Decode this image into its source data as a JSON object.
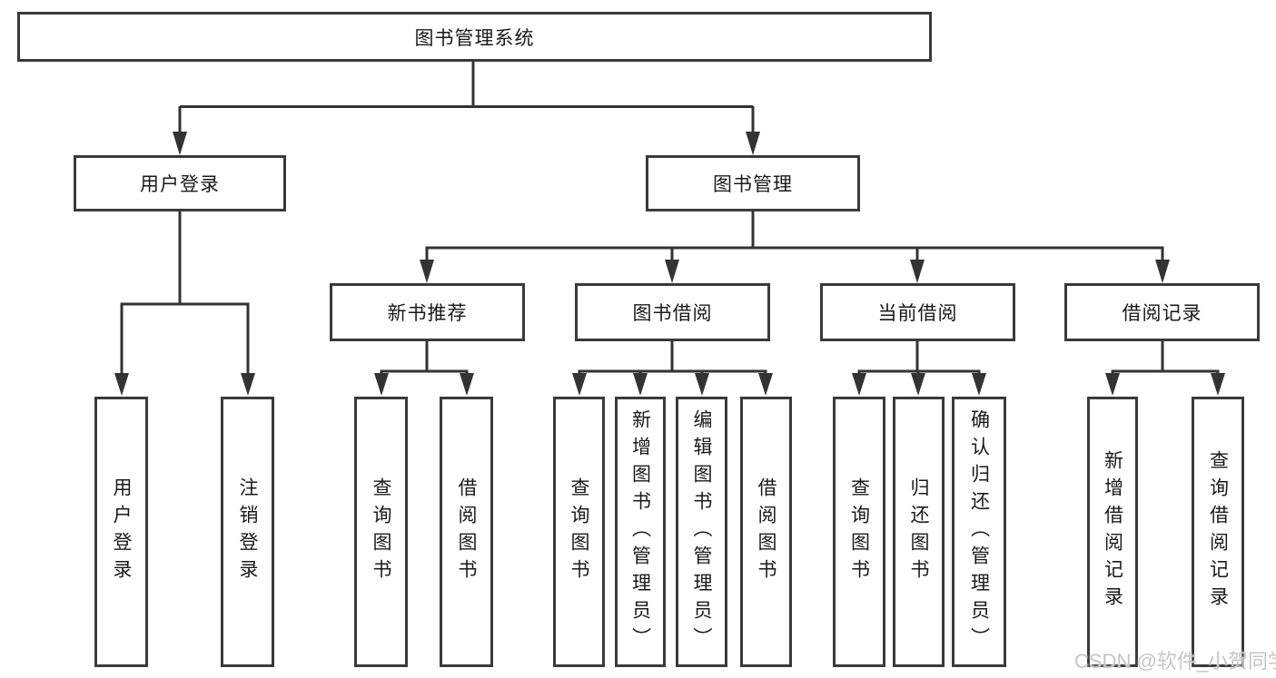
{
  "diagram": {
    "root": {
      "label": "图书管理系统"
    },
    "level2": [
      {
        "label": "用户登录"
      },
      {
        "label": "图书管理"
      }
    ],
    "level3": [
      {
        "label": "新书推荐",
        "parent": "图书管理"
      },
      {
        "label": "图书借阅",
        "parent": "图书管理"
      },
      {
        "label": "当前借阅",
        "parent": "图书管理"
      },
      {
        "label": "借阅记录",
        "parent": "图书管理"
      }
    ],
    "leaves": [
      {
        "label": "用户登录",
        "parent": "用户登录"
      },
      {
        "label": "注销登录",
        "parent": "用户登录"
      },
      {
        "label": "查询图书",
        "parent": "新书推荐"
      },
      {
        "label": "借阅图书",
        "parent": "新书推荐"
      },
      {
        "label": "查询图书",
        "parent": "图书借阅"
      },
      {
        "label": "新增图书（管理员）",
        "parent": "图书借阅"
      },
      {
        "label": "编辑图书（管理员）",
        "parent": "图书借阅"
      },
      {
        "label": "借阅图书",
        "parent": "图书借阅"
      },
      {
        "label": "查询图书",
        "parent": "当前借阅"
      },
      {
        "label": "归还图书",
        "parent": "当前借阅"
      },
      {
        "label": "确认归还（管理员）",
        "parent": "当前借阅"
      },
      {
        "label": "新增借阅记录",
        "parent": "借阅记录"
      },
      {
        "label": "查询借阅记录",
        "parent": "借阅记录"
      }
    ]
  },
  "watermark": {
    "text": "CSDN @软件_小贺同学"
  },
  "colors": {
    "line": "#333333",
    "box_border": "#3a3a3a",
    "text": "#1a1a1a",
    "watermark": "#c6c6c6",
    "background": "#ffffff"
  }
}
